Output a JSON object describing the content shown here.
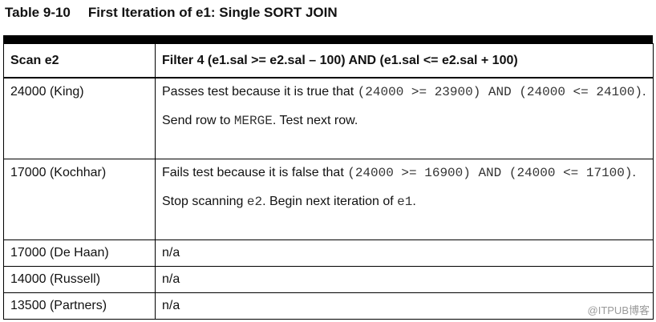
{
  "caption": {
    "number": "Table 9-10",
    "title": "First Iteration of e1: Single SORT JOIN"
  },
  "table": {
    "headers": [
      "Scan e2",
      "Filter 4 (e1.sal >= e2.sal – 100) AND (e1.sal <= e2.sal + 100)"
    ],
    "rows": [
      {
        "scan": "24000 (King)",
        "filter_line1_a": "Passes test because it is true that ",
        "filter_line1_code": "(24000 >= 23900) AND (24000 <= 24100)",
        "filter_line1_b": ".",
        "filter_line2_a": "Send row to ",
        "filter_line2_code": "MERGE",
        "filter_line2_b": ". Test next row."
      },
      {
        "scan": "17000 (Kochhar)",
        "filter_line1_a": "Fails test because it is false that ",
        "filter_line1_code": "(24000 >= 16900) AND (24000 <= 17100)",
        "filter_line1_b": ".",
        "filter_line2_a": "Stop scanning ",
        "filter_line2_code": "e2",
        "filter_line2_b": ". Begin next iteration of ",
        "filter_line2_code2": "e1",
        "filter_line2_c": "."
      },
      {
        "scan": "17000 (De Haan)",
        "filter": "n/a"
      },
      {
        "scan": "14000 (Russell)",
        "filter": "n/a"
      },
      {
        "scan": "13500 (Partners)",
        "filter": "n/a"
      }
    ]
  },
  "watermark": "@ITPUB博客"
}
